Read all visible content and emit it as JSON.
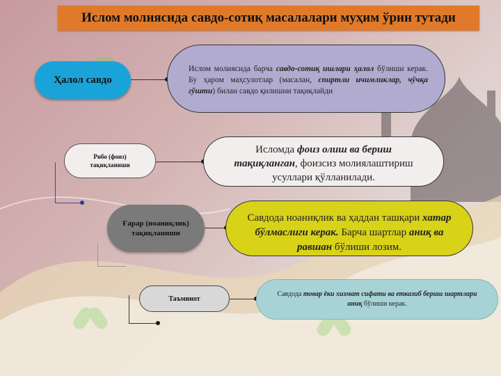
{
  "title": "Ислом молиясида савдо-сотиқ масалалари муҳим ўрин тутади",
  "nodes": [
    {
      "label": "Ҳалол савдо",
      "desc_parts": [
        {
          "t": "Ислом молиясида барча ",
          "s": "n"
        },
        {
          "t": "савдо-сотиқ ишлари ҳалол",
          "s": "bi"
        },
        {
          "t": " бўлиши керак. Бу ҳаром маҳсулотлар (масалан, ",
          "s": "n"
        },
        {
          "t": "спиртли ичимликлар, чўчқа гўшти",
          "s": "bi"
        },
        {
          "t": ") билан савдо қилишни тақиқлайди",
          "s": "n"
        }
      ]
    },
    {
      "label": "Рибо (фоиз) тақиқланиши",
      "desc_parts": [
        {
          "t": "Исломда ",
          "s": "n"
        },
        {
          "t": "фоиз олиш ва бериш тақиқланган",
          "s": "bi"
        },
        {
          "t": ", фоизсиз молиялаштириш усуллари қўлланилади.",
          "s": "n"
        }
      ]
    },
    {
      "label": "Ғарар (ноаниқлик) тақиқланиши",
      "desc_parts": [
        {
          "t": "Савдода ноаниқлик ва ҳаддан ташқари ",
          "s": "n"
        },
        {
          "t": "хатар бўлмаслиги керак.",
          "s": "bi"
        },
        {
          "t": " Барча шартлар ",
          "s": "n"
        },
        {
          "t": "аниқ ва равшан",
          "s": "bi"
        },
        {
          "t": " бўлиши лозим.",
          "s": "n"
        }
      ]
    },
    {
      "label": "Таъминот",
      "desc_parts": [
        {
          "t": "Савдода ",
          "s": "n"
        },
        {
          "t": "товар ёки хизмат сифати ва етказиб бериш шартлари аниқ",
          "s": "bi"
        },
        {
          "t": " бўлиши керак.",
          "s": "n"
        }
      ]
    }
  ],
  "colors": {
    "title_bg": "#e07a2a",
    "node1_label_bg": "#1aa3d8",
    "node1_desc_bg": "#b0abcf",
    "node2_label_bg": "#f2eeee",
    "node2_desc_bg": "#f2eeee",
    "node3_label_bg": "#7a7a7a",
    "node3_desc_bg": "#d8d218",
    "node4_label_bg": "#d8d8d8",
    "node4_desc_bg": "#a7d3d6"
  }
}
